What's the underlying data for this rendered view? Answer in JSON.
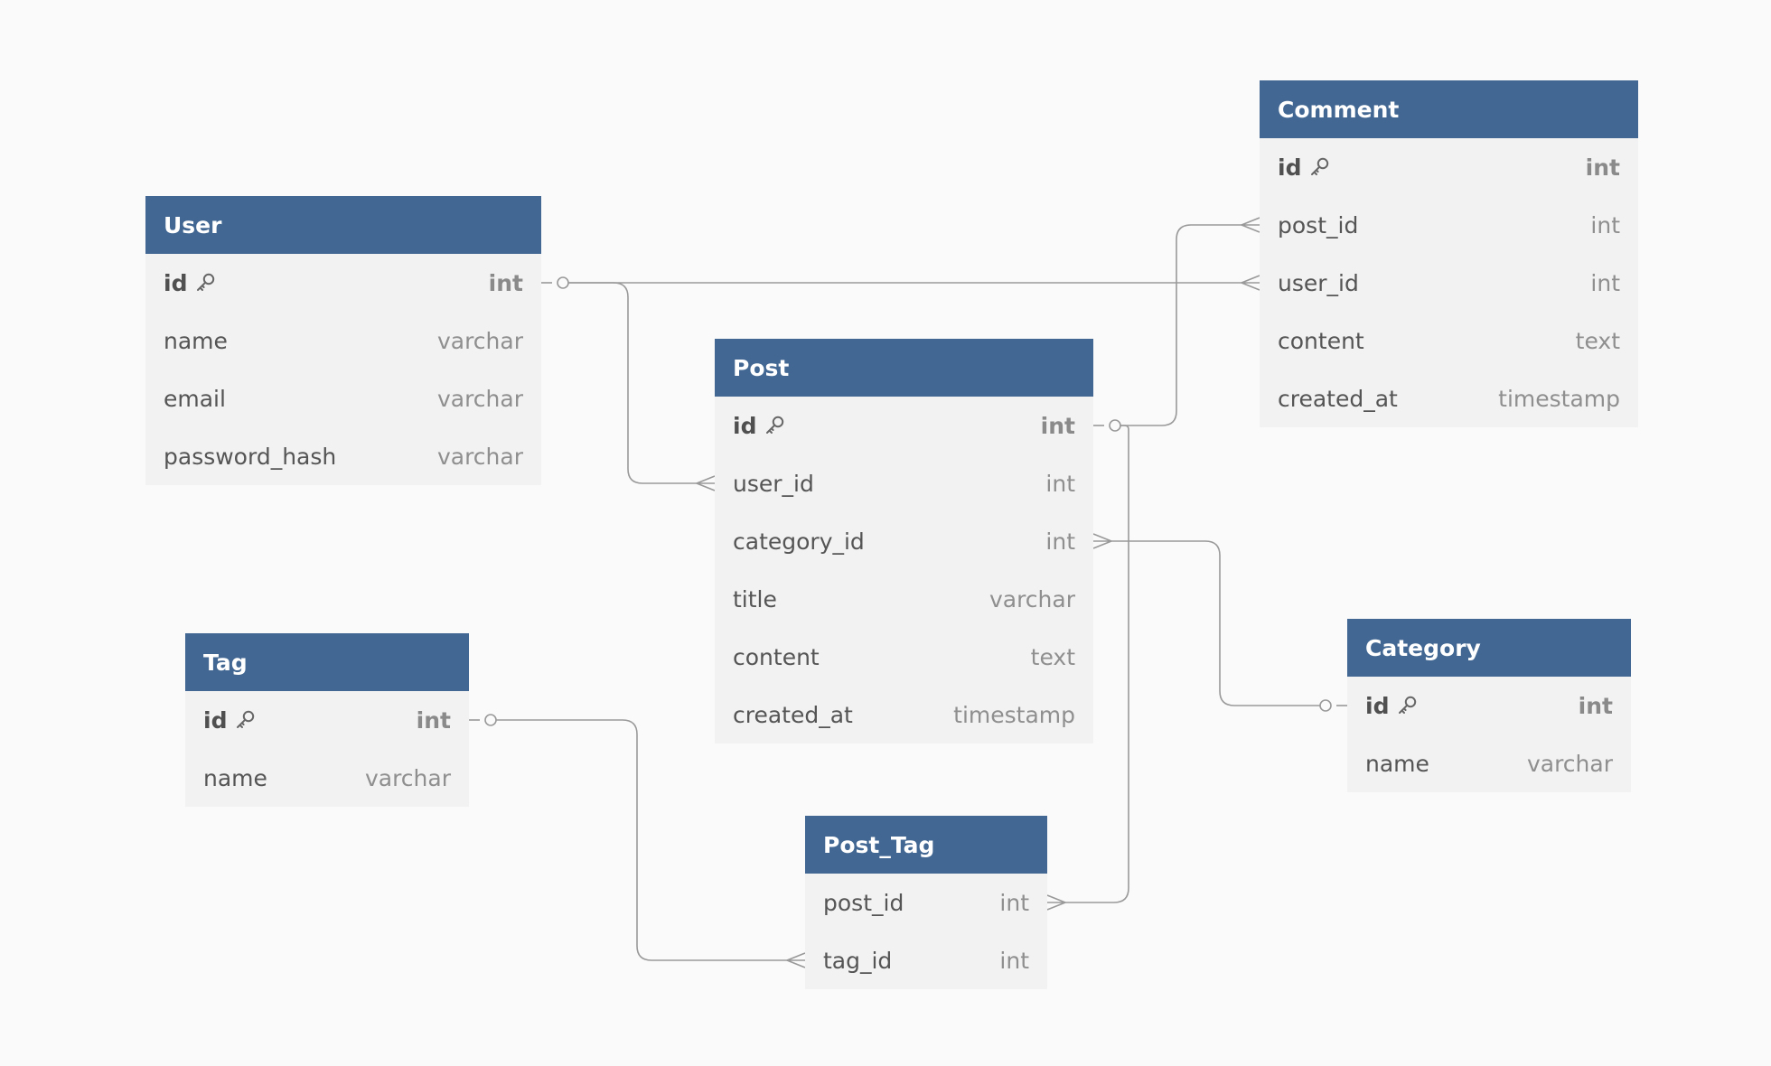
{
  "diagram": {
    "tables": [
      {
        "id": "user",
        "name": "User",
        "columns": [
          {
            "name": "id",
            "type": "int",
            "pk": true
          },
          {
            "name": "name",
            "type": "varchar"
          },
          {
            "name": "email",
            "type": "varchar"
          },
          {
            "name": "password_hash",
            "type": "varchar"
          }
        ]
      },
      {
        "id": "comment",
        "name": "Comment",
        "columns": [
          {
            "name": "id",
            "type": "int",
            "pk": true
          },
          {
            "name": "post_id",
            "type": "int"
          },
          {
            "name": "user_id",
            "type": "int"
          },
          {
            "name": "content",
            "type": "text"
          },
          {
            "name": "created_at",
            "type": "timestamp"
          }
        ]
      },
      {
        "id": "post",
        "name": "Post",
        "columns": [
          {
            "name": "id",
            "type": "int",
            "pk": true
          },
          {
            "name": "user_id",
            "type": "int"
          },
          {
            "name": "category_id",
            "type": "int"
          },
          {
            "name": "title",
            "type": "varchar"
          },
          {
            "name": "content",
            "type": "text"
          },
          {
            "name": "created_at",
            "type": "timestamp"
          }
        ]
      },
      {
        "id": "tag",
        "name": "Tag",
        "columns": [
          {
            "name": "id",
            "type": "int",
            "pk": true
          },
          {
            "name": "name",
            "type": "varchar"
          }
        ]
      },
      {
        "id": "category",
        "name": "Category",
        "columns": [
          {
            "name": "id",
            "type": "int",
            "pk": true
          },
          {
            "name": "name",
            "type": "varchar"
          }
        ]
      },
      {
        "id": "post_tag",
        "name": "Post_Tag",
        "columns": [
          {
            "name": "post_id",
            "type": "int"
          },
          {
            "name": "tag_id",
            "type": "int"
          }
        ]
      }
    ],
    "relationships": [
      {
        "from": "user.id",
        "to": "comment.user_id",
        "from_end": "one",
        "to_end": "many"
      },
      {
        "from": "user.id",
        "to": "post.user_id",
        "from_end": "one",
        "to_end": "many"
      },
      {
        "from": "post.id",
        "to": "comment.post_id",
        "from_end": "one",
        "to_end": "many"
      },
      {
        "from": "post.id",
        "to": "post_tag.post_id",
        "from_end": "one",
        "to_end": "many"
      },
      {
        "from": "category.id",
        "to": "post.category_id",
        "from_end": "one",
        "to_end": "many"
      },
      {
        "from": "tag.id",
        "to": "post_tag.tag_id",
        "from_end": "one",
        "to_end": "many"
      }
    ],
    "colors": {
      "header": "#416792",
      "header_text": "#ffffff",
      "body": "#f2f2f2",
      "background": "#fafafa",
      "connector": "#999999"
    },
    "icons": {
      "primary_key": "key-icon"
    }
  }
}
